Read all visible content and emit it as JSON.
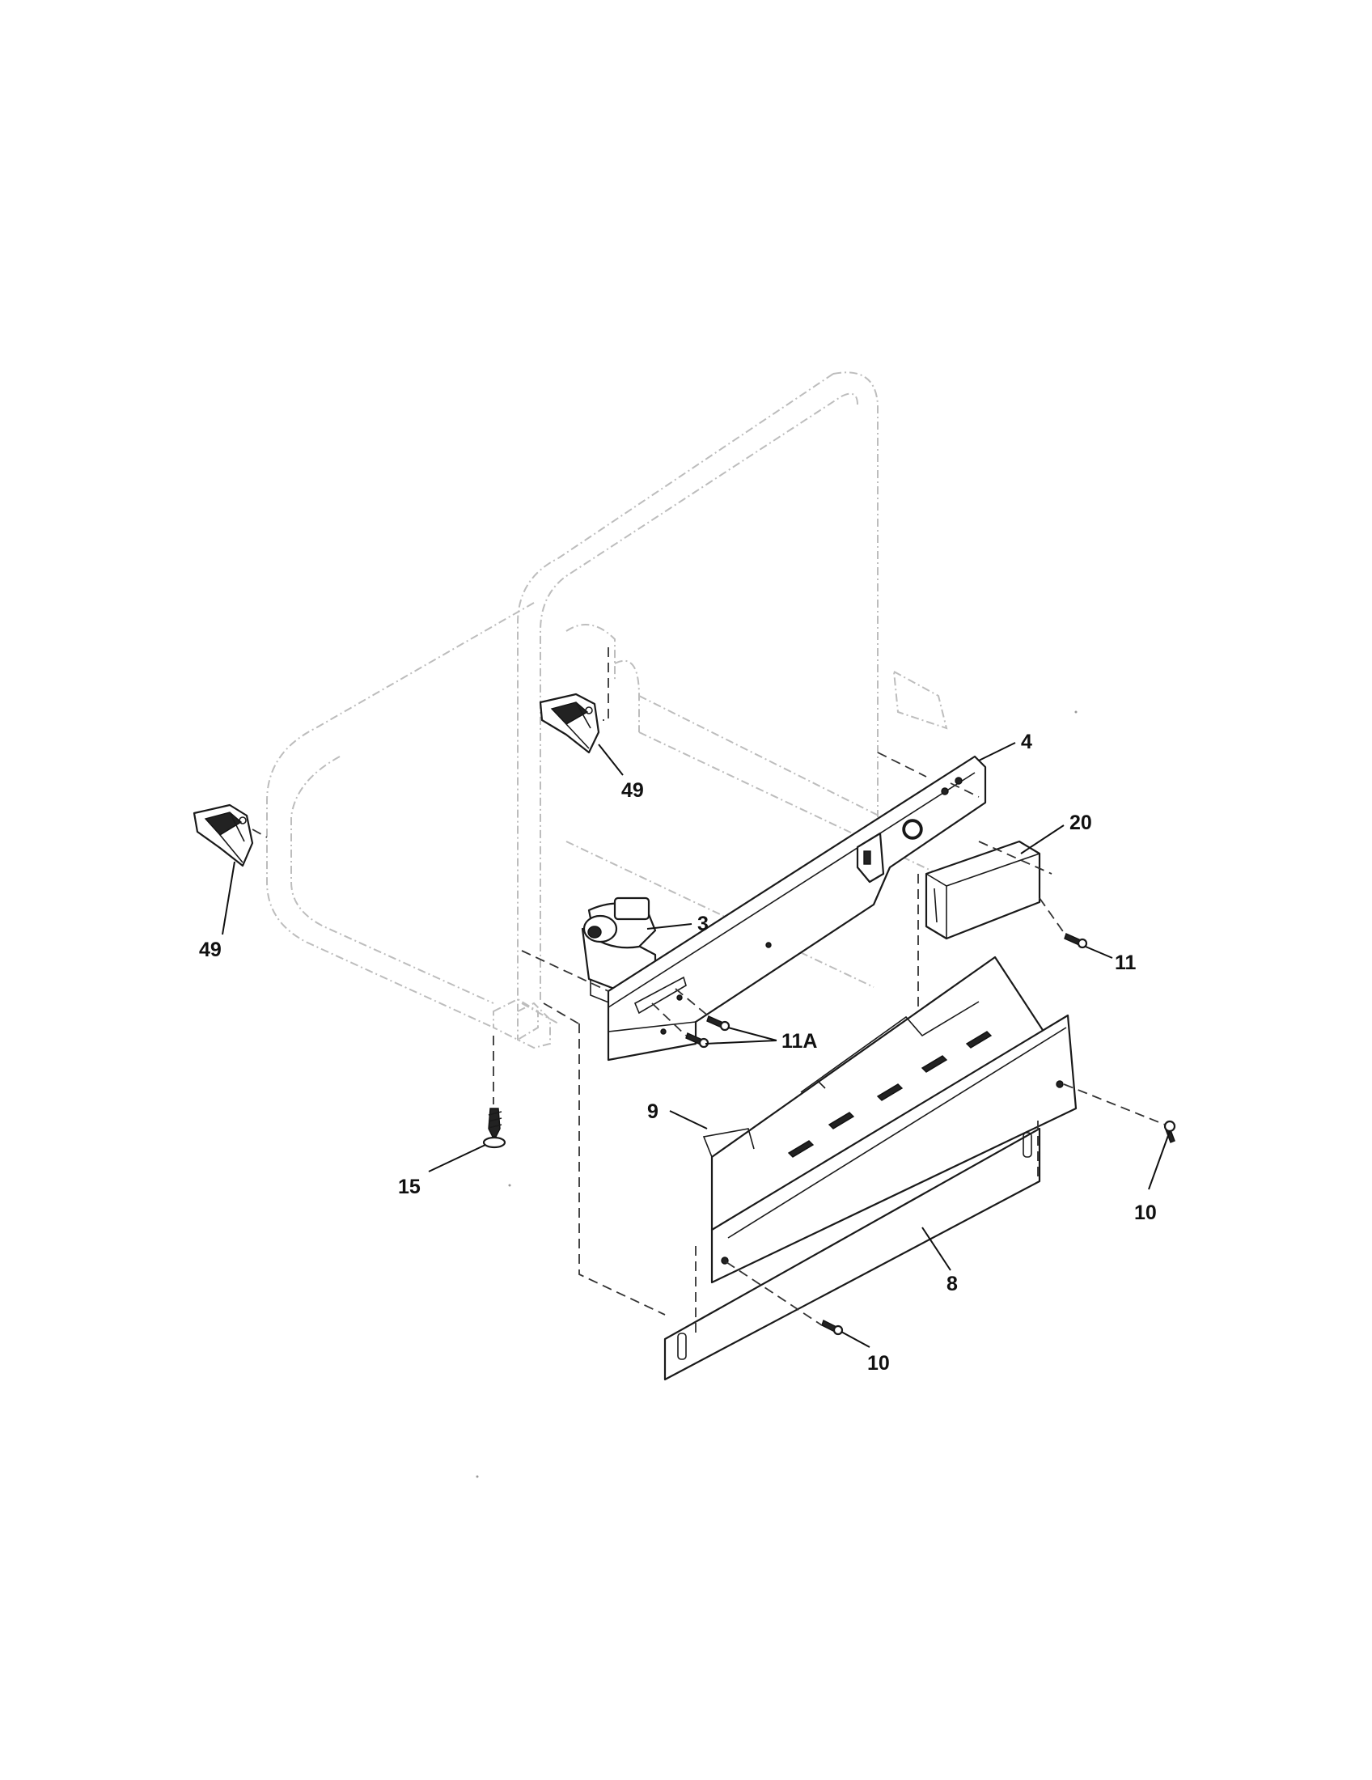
{
  "callouts": {
    "c4": "4",
    "c20": "20",
    "c3": "3",
    "c11": "11",
    "c49_upper": "49",
    "c49_lower": "49",
    "c11a": "11A",
    "c9": "9",
    "c15": "15",
    "c10_right": "10",
    "c8": "8",
    "c10_bottom": "10"
  },
  "colors": {
    "ink": "#1a1a1a",
    "phantom_frame": "#bdbdbd",
    "background": "#ffffff"
  }
}
